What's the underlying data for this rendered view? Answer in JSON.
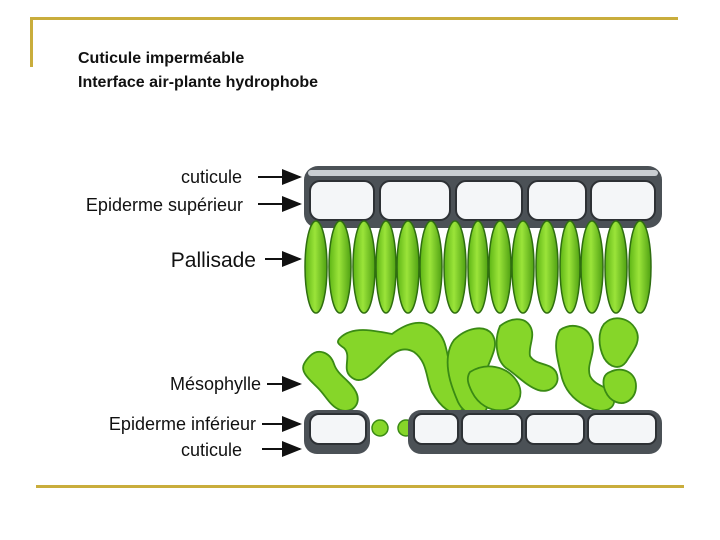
{
  "heading": {
    "line1": "Cuticule imperméable",
    "line2": "Interface air-plante hydrophobe"
  },
  "labels": {
    "cuticle_top": "cuticule",
    "upper_epidermis": "Epiderme supérieur",
    "palisade": "Pallisade",
    "mesophyll": "Mésophylle",
    "lower_epidermis": "Epiderme inférieur",
    "cuticle_bottom": "cuticule"
  },
  "colors": {
    "frame": "#c9ad3c",
    "chlorophyll_green": "#7ed321",
    "dark_green": "#3c8f18",
    "epidermis_fill": "#f4f6f8",
    "cuticle_gray": "#555b60"
  }
}
